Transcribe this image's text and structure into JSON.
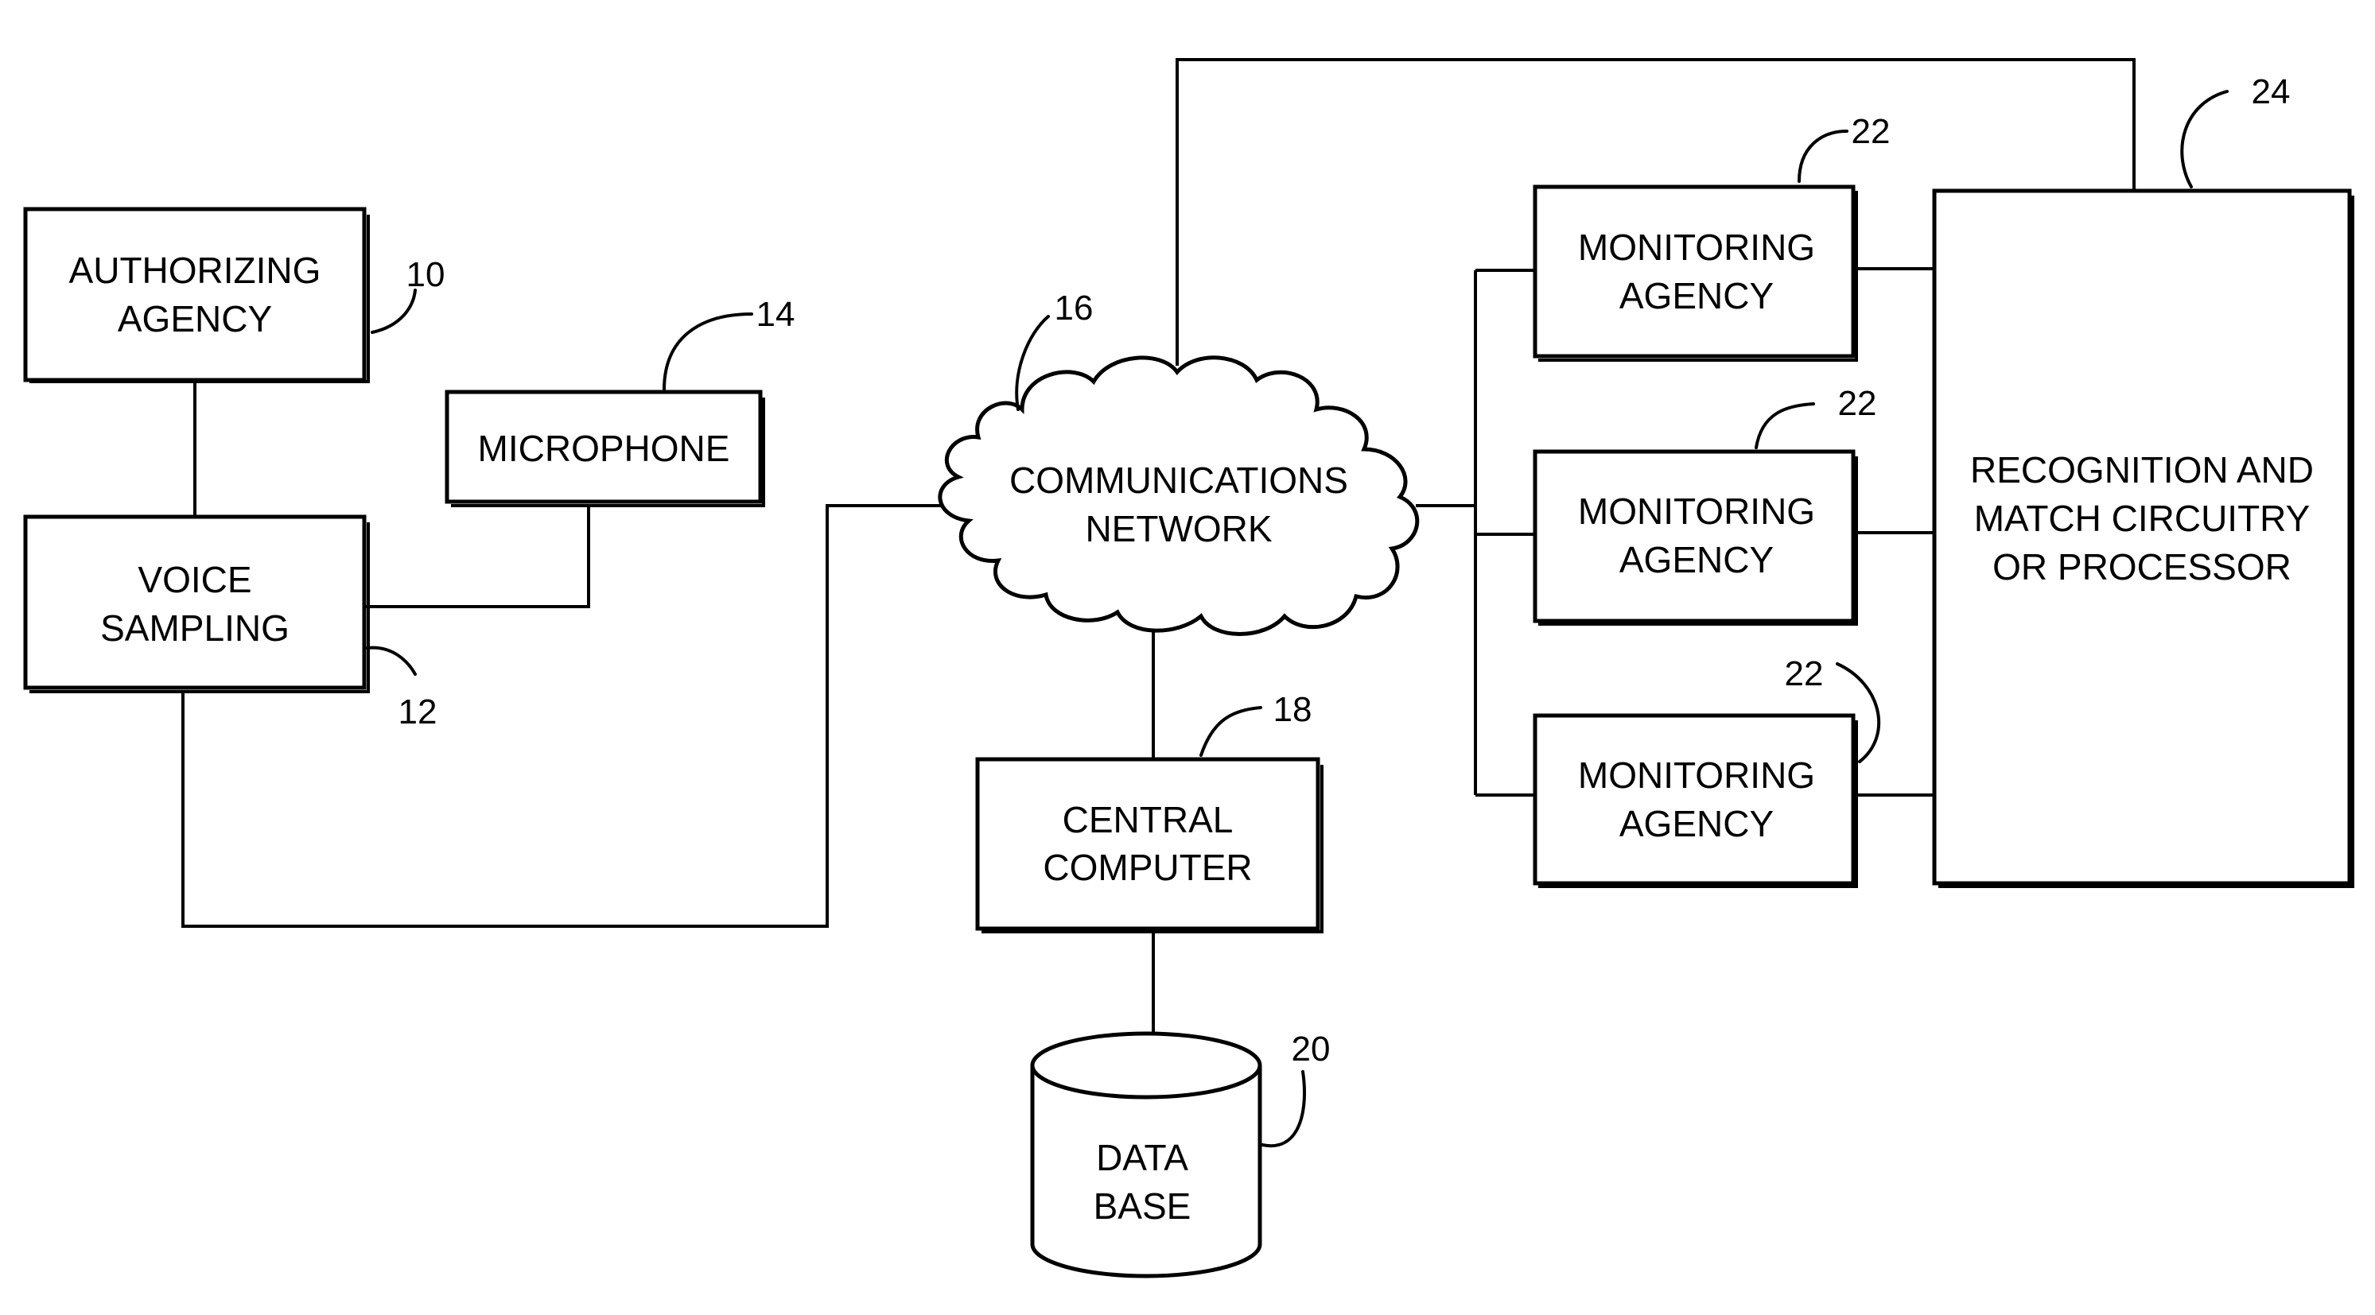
{
  "blocks": {
    "authorizing_agency": {
      "line1": "AUTHORIZING",
      "line2": "AGENCY",
      "ref": "10"
    },
    "voice_sampling": {
      "line1": "VOICE",
      "line2": "SAMPLING",
      "ref": "12"
    },
    "microphone": {
      "line1": "MICROPHONE",
      "ref": "14"
    },
    "communications_network": {
      "line1": "COMMUNICATIONS",
      "line2": "NETWORK",
      "ref": "16"
    },
    "central_computer": {
      "line1": "CENTRAL",
      "line2": "COMPUTER",
      "ref": "18"
    },
    "data_base": {
      "line1": "DATA",
      "line2": "BASE",
      "ref": "20"
    },
    "monitoring_agencies": [
      {
        "line1": "MONITORING",
        "line2": "AGENCY",
        "ref": "22"
      },
      {
        "line1": "MONITORING",
        "line2": "AGENCY",
        "ref": "22"
      },
      {
        "line1": "MONITORING",
        "line2": "AGENCY",
        "ref": "22"
      }
    ],
    "recognition": {
      "line1": "RECOGNITION  AND",
      "line2": "MATCH CIRCUITRY",
      "line3": "OR PROCESSOR",
      "ref": "24"
    }
  }
}
